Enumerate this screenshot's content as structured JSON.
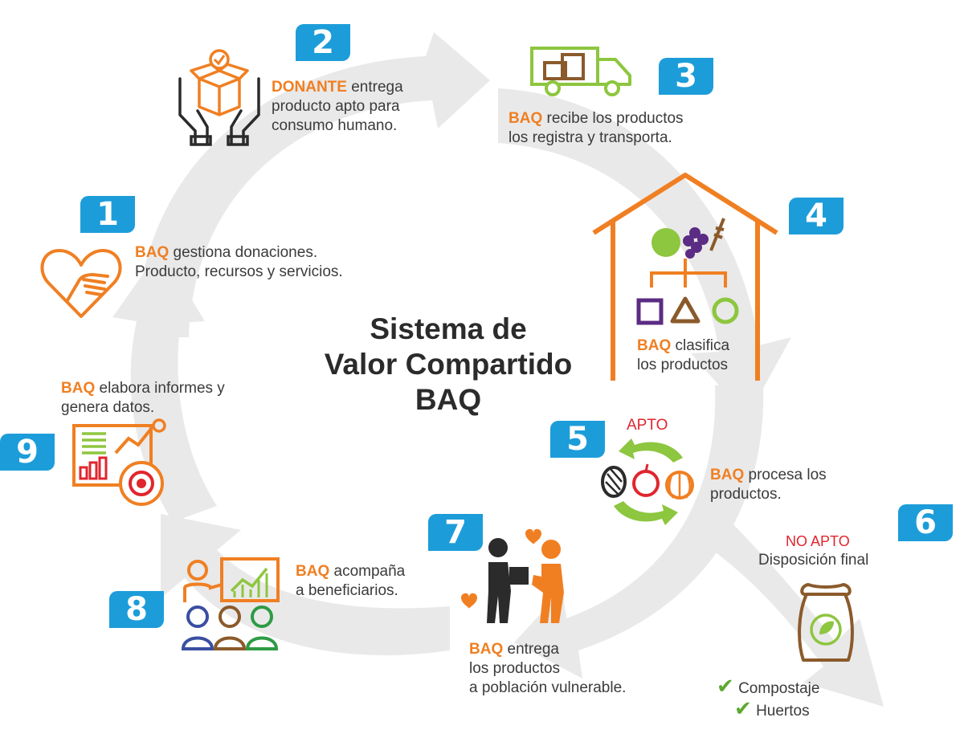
{
  "title": {
    "line1": "Sistema de",
    "line2": "Valor Compartido",
    "line3": "BAQ"
  },
  "colors": {
    "badge": "#1c9dd9",
    "orange": "#f07f22",
    "green": "#8dc63f",
    "brown": "#8b5a2b",
    "red": "#e0262e",
    "arrow": "#e8e8e8"
  },
  "steps": [
    {
      "number": "1",
      "highlight": "BAQ",
      "line1": " gestiona donaciones.",
      "line2": "Producto, recursos y servicios.",
      "icon": "heart-hand-icon"
    },
    {
      "number": "2",
      "highlight": "DONANTE",
      "line1": " entrega",
      "line2": "producto apto para",
      "line3": "consumo humano.",
      "icon": "hands-box-icon"
    },
    {
      "number": "3",
      "highlight": "BAQ",
      "line1": " recibe los productos",
      "line2": "los registra y transporta.",
      "icon": "truck-icon"
    },
    {
      "number": "4",
      "highlight": "BAQ",
      "line1": " clasifica",
      "line2": "los productos",
      "icon": "warehouse-icon"
    },
    {
      "number": "5",
      "highlight": "BAQ",
      "line1": " procesa los",
      "line2": "productos.",
      "tag": "APTO",
      "icon": "recycle-food-icon"
    },
    {
      "number": "6",
      "tag": "NO APTO",
      "line1": "Disposición final",
      "checks": [
        "Compostaje",
        "Huertos"
      ],
      "icon": "compost-bag-icon"
    },
    {
      "number": "7",
      "highlight": "BAQ",
      "line1": " entrega",
      "line2": "los productos",
      "line3": "a población vulnerable.",
      "icon": "people-delivery-icon"
    },
    {
      "number": "8",
      "highlight": "BAQ",
      "line1": " acompaña",
      "line2": "a beneficiarios.",
      "icon": "teacher-icon"
    },
    {
      "number": "9",
      "highlight": "BAQ",
      "line1": " elabora informes y",
      "line2": "genera datos.",
      "icon": "report-chart-icon"
    }
  ]
}
